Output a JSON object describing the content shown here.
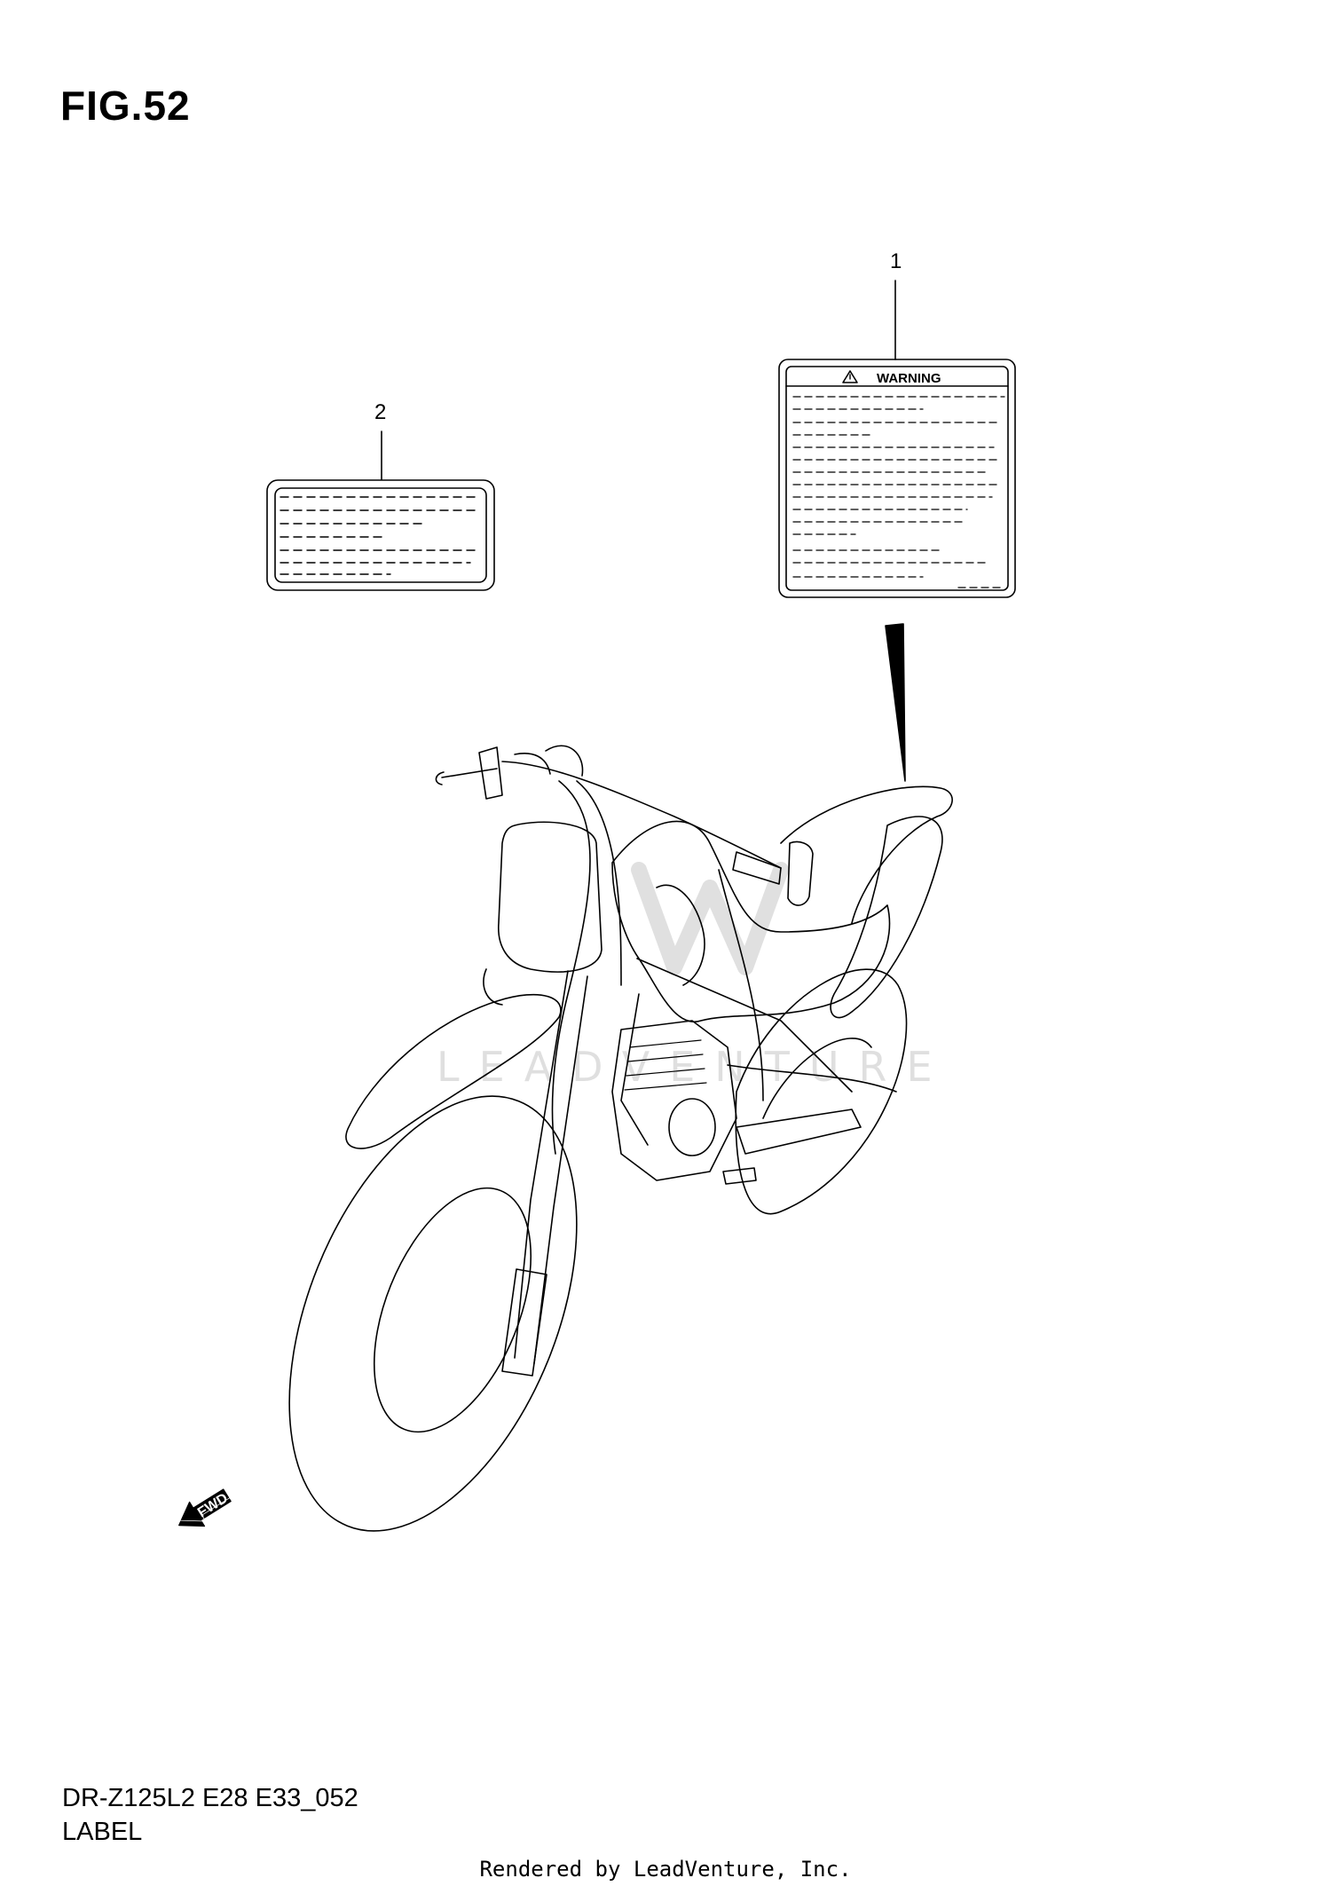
{
  "figure": {
    "title": "FIG.52"
  },
  "callouts": [
    {
      "number": "1"
    },
    {
      "number": "2"
    }
  ],
  "warning_label": {
    "heading": "WARNING"
  },
  "direction_marker": {
    "text": "FWD"
  },
  "watermark": {
    "text": "LEADVENTURE"
  },
  "footer": {
    "model_code": "DR-Z125L2 E28 E33_052",
    "section_name": "LABEL",
    "rendered_by": "Rendered by LeadVenture, Inc."
  }
}
